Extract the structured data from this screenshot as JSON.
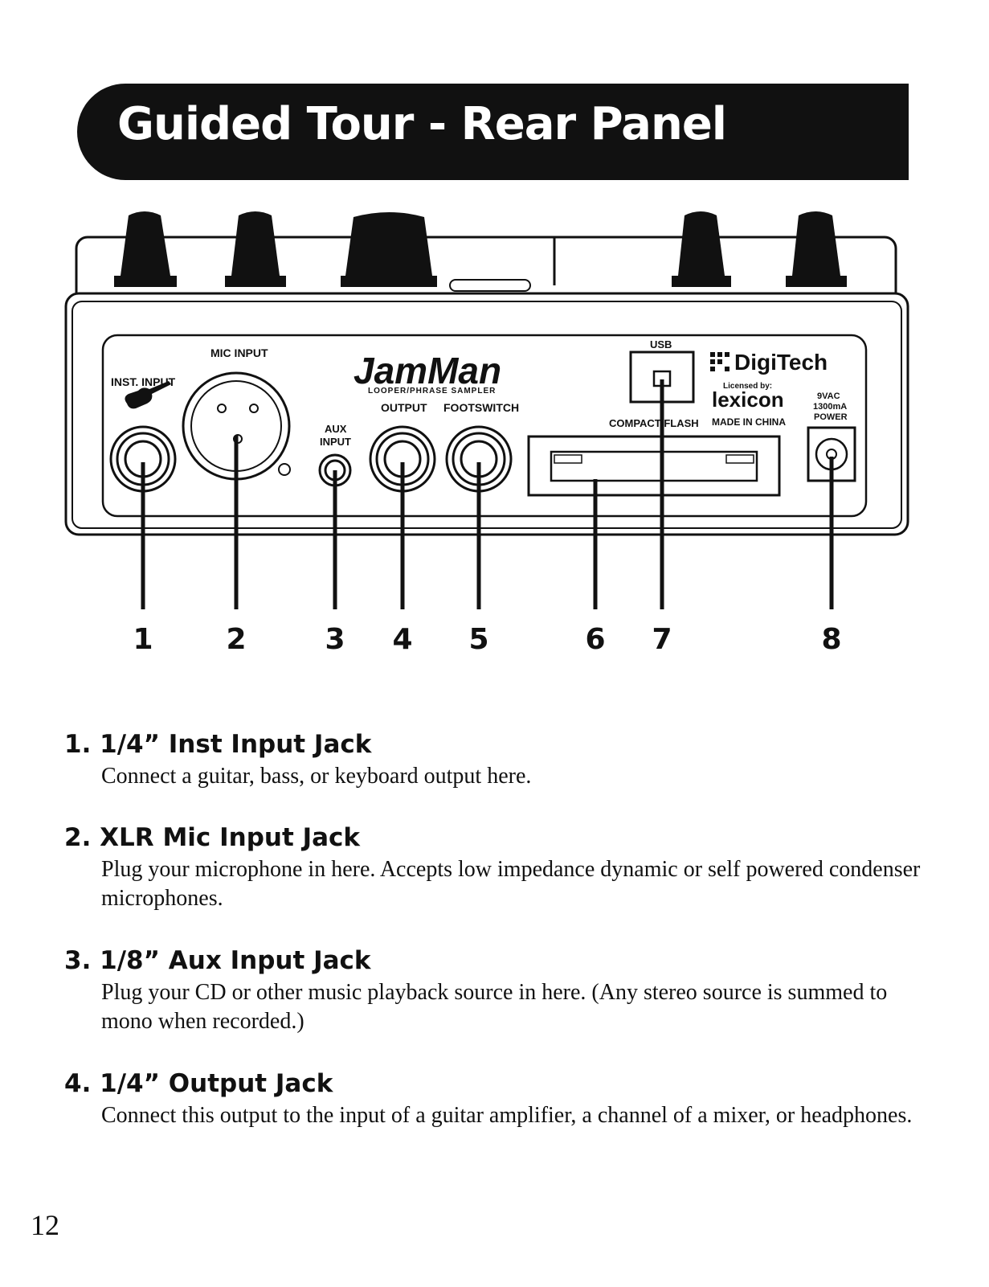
{
  "header": {
    "title": "Guided Tour - Rear Panel"
  },
  "panel": {
    "inst_input": "INST. INPUT",
    "mic_input": "MIC INPUT",
    "aux_input_line1": "AUX",
    "aux_input_line2": "INPUT",
    "output": "OUTPUT",
    "footswitch": "FOOTSWITCH",
    "usb": "USB",
    "compact_flash": "COMPACT FLASH",
    "jamman_logo": "JamMan",
    "jamman_sub": "LOOPER/PHRASE SAMPLER",
    "digitech_logo": "DigiTech",
    "licensed_by": "Licensed by:",
    "lexicon_logo": "lexicon",
    "made_in": "MADE IN CHINA",
    "power_line1": "9VAC",
    "power_line2": "1300mA",
    "power_line3": "POWER"
  },
  "callouts": [
    "1",
    "2",
    "3",
    "4",
    "5",
    "6",
    "7",
    "8"
  ],
  "sections": [
    {
      "title": "1. 1/4” Inst Input Jack",
      "body": "Connect a guitar, bass, or keyboard output here."
    },
    {
      "title": "2. XLR Mic Input Jack",
      "body": "Plug your microphone in here.  Accepts low impedance dynamic or self powered condenser microphones."
    },
    {
      "title": "3. 1/8” Aux Input Jack",
      "body": "Plug your CD or other music playback source in here. (Any stereo source is summed to mono when recorded.)"
    },
    {
      "title": "4. 1/4” Output Jack",
      "body": "Connect this output to the input of a guitar amplifier, a channel of a mixer, or headphones."
    }
  ],
  "page_number": "12"
}
